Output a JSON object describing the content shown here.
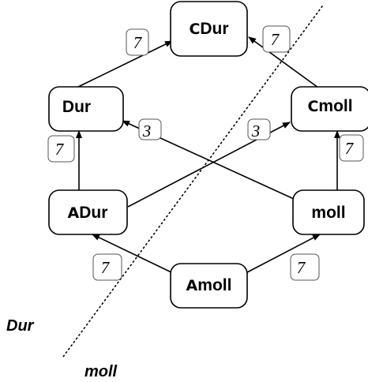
{
  "nodes": {
    "top": {
      "prefix": "C",
      "label": "Dur"
    },
    "upper_left": {
      "prefix": "",
      "label": "Dur"
    },
    "upper_right": {
      "prefix": "C",
      "label": "moll"
    },
    "mid_left": {
      "prefix": "A",
      "label": "Dur"
    },
    "mid_right": {
      "prefix": "",
      "label": "moll"
    },
    "bottom": {
      "prefix": "A",
      "label": "moll"
    }
  },
  "badges": {
    "top_left": "7",
    "top_right": "7",
    "left_vertical": "7",
    "right_vertical": "7",
    "cross_left": "3",
    "cross_right": "3",
    "bottom_left": "7",
    "bottom_right": "7"
  },
  "regions": {
    "upper": "Dur",
    "lower": "moll"
  }
}
